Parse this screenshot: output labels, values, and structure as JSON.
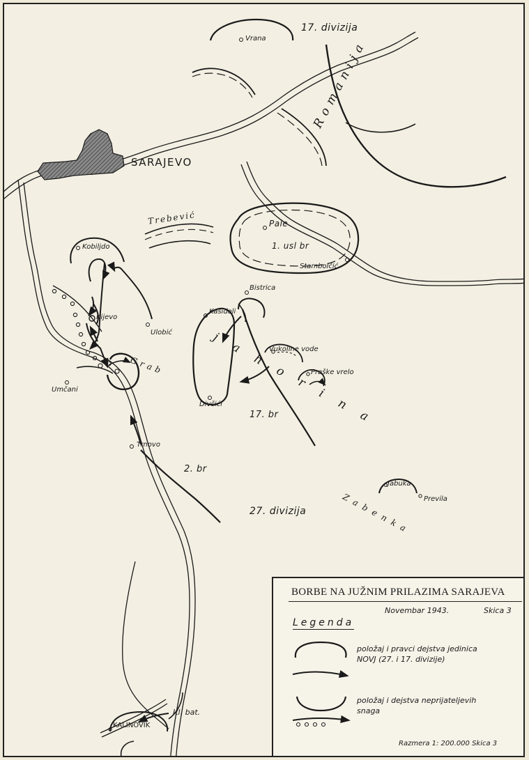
{
  "map": {
    "city": "SARAJEVO",
    "places": {
      "vrana": "Vrana",
      "pale": "Pale",
      "stambolcic": "Stambolčić",
      "bistrica": "Bistrica",
      "kasidoli": "Kasidoli",
      "kobiljdo": "Kobiljdo",
      "kijevo": "Kijevo",
      "ulobic": "Ulobić",
      "umcani": "Umčani",
      "vukoline_vode": "Vukoline vode",
      "praske_vrelo": "Praške vrelo",
      "divcici": "Divčići",
      "trnovo": "Trnovo",
      "jabuka": "Jabuka",
      "previla": "Previla",
      "kalinovik": "KALINOVIK"
    },
    "mountains": {
      "romanija": "R o m a n i j a",
      "trebevic": "Trebević",
      "jahorina": "j a h o r i n a",
      "grab": "Grab",
      "zabenka": "Zabenka"
    },
    "units": {
      "div17": "17. divizija",
      "usl_br": "1. usl br",
      "br17": "17. br",
      "br2": "2. br",
      "div27": "27. divizija",
      "itl_bat": "Itl. bat."
    }
  },
  "legend": {
    "title": "BORBE NA JUŽNIM PRILAZIMA SARAJEVA",
    "date": "Novembar 1943.",
    "sketch": "Skica 3",
    "heading": "Legenda",
    "item1_line1": "položaj i pravci dejstva jedinica",
    "item1_line2": "NOVJ (27. i 17. divizije)",
    "item2_line1": "položaj i dejstva neprijateljevih",
    "item2_line2": "snaga",
    "scale": "Razmera 1: 200.000  Skica 3"
  },
  "colors": {
    "paper": "#f3efe2",
    "ink": "#1a1a1a",
    "city_fill": "#6b6b6b"
  }
}
